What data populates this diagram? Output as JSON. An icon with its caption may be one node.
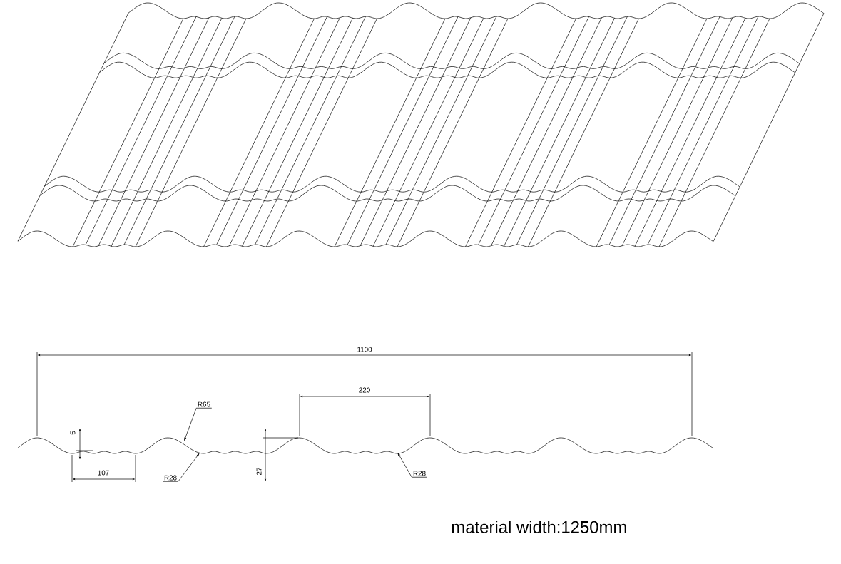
{
  "diagram": {
    "nodes": [
      {
        "text": [
          "R65"
        ]
      },
      {
        "text": [
          "R28"
        ]
      },
      {
        "text": [
          "R28"
        ]
      },
      {
        "text": [],
        "shape": "picture"
      }
    ],
    "edges": [
      {
        "from": 0,
        "to": 3,
        "arrow": "to"
      },
      {
        "from": 1,
        "to": 3,
        "arrow": "to"
      },
      {
        "from": 2,
        "to": 3,
        "arrow": "to"
      }
    ],
    "labels": [
      "1100",
      "220",
      "5",
      "107",
      "27",
      "material width:1250mm"
    ]
  }
}
